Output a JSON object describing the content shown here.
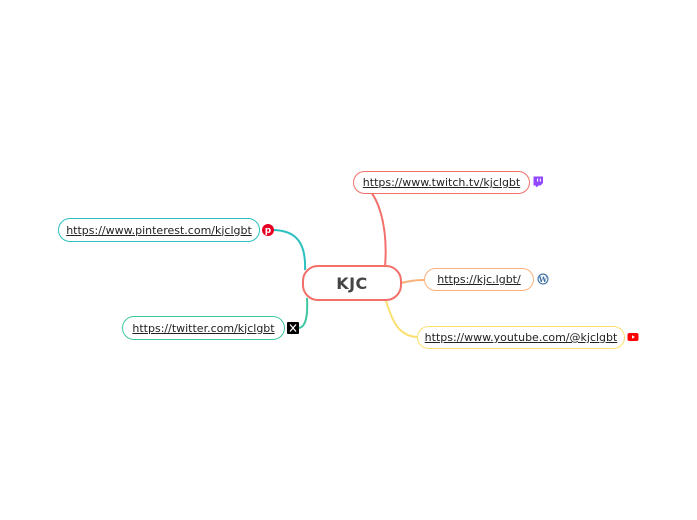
{
  "center": {
    "label": "KJC",
    "color": "#f26f6a"
  },
  "branches": {
    "twitch": {
      "label": "https://www.twitch.tv/kjclgbt",
      "color": "#f26f6a",
      "icon": "twitch-icon"
    },
    "website": {
      "label": "https://kjc.lgbt/",
      "color": "#f9b179",
      "icon": "wordpress-icon"
    },
    "youtube": {
      "label": "https://www.youtube.com/@kjclgbt",
      "color": "#fbe070",
      "icon": "youtube-icon"
    },
    "pinterest": {
      "label": "https://www.pinterest.com/kjclgbt",
      "color": "#2bbfbf",
      "icon": "pinterest-icon"
    },
    "twitter": {
      "label": "https://twitter.com/kjclgbt",
      "color": "#3ec7a1",
      "icon": "x-icon"
    }
  }
}
